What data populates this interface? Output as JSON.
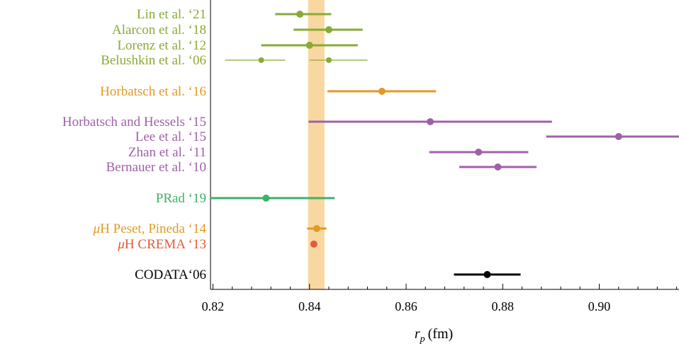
{
  "chart_data": {
    "type": "scatter",
    "subtype": "forest-plot",
    "xlabel_symbol": "r",
    "xlabel_subscript": "p",
    "xlabel_unit": "(fm)",
    "xlim": [
      0.8195,
      0.9165
    ],
    "x_ticks": [
      "0.82",
      "0.84",
      "0.86",
      "0.88",
      "0.90"
    ],
    "x_tick_values": [
      0.82,
      0.84,
      0.86,
      0.88,
      0.9
    ],
    "band": {
      "range": [
        0.8397,
        0.8431
      ],
      "color": "#f8d8a0"
    },
    "colors": {
      "green": "#8aaa35",
      "orange": "#e09a25",
      "purple": "#a060a8",
      "teal": "#3cb26a",
      "red": "#e45a3a",
      "black": "#000000"
    },
    "rows": [
      {
        "label": "Lin et al. ‘21",
        "color": "#8aaa35",
        "points": [
          {
            "x": 0.838,
            "lo": 0.8329,
            "hi": 0.8445
          }
        ]
      },
      {
        "label": "Alarcon et al. ‘18",
        "color": "#8aaa35",
        "points": [
          {
            "x": 0.844,
            "lo": 0.8367,
            "hi": 0.851
          }
        ]
      },
      {
        "label": "Lorenz et al. ‘12",
        "color": "#8aaa35",
        "points": [
          {
            "x": 0.84,
            "lo": 0.83,
            "hi": 0.85
          }
        ]
      },
      {
        "label": "Belushkin et al. ‘06",
        "color": "#8aaa35",
        "thin": true,
        "points": [
          {
            "x": 0.83,
            "lo": 0.8225,
            "hi": 0.835
          },
          {
            "x": 0.844,
            "lo": 0.84,
            "hi": 0.852
          }
        ]
      },
      {
        "label": "Horbatsch et al. ‘16",
        "color": "#e09a25",
        "points": [
          {
            "x": 0.855,
            "lo": 0.8437,
            "hi": 0.8662
          }
        ]
      },
      {
        "label": "Horbatsch and Hessels ‘15",
        "color": "#a060a8",
        "points": [
          {
            "x": 0.865,
            "lo": 0.8398,
            "hi": 0.8902
          }
        ]
      },
      {
        "label": "Lee et al. ‘15",
        "color": "#a060a8",
        "points": [
          {
            "x": 0.904,
            "lo": 0.889,
            "hi": 0.92
          }
        ]
      },
      {
        "label": "Zhan et al. ‘11",
        "color": "#a060a8",
        "points": [
          {
            "x": 0.875,
            "lo": 0.8648,
            "hi": 0.8853
          }
        ]
      },
      {
        "label": "Bernauer et al. ‘10",
        "color": "#a060a8",
        "points": [
          {
            "x": 0.879,
            "lo": 0.871,
            "hi": 0.887
          }
        ]
      },
      {
        "label": "PRad ‘19",
        "color": "#3cb26a",
        "points": [
          {
            "x": 0.831,
            "lo": 0.8195,
            "hi": 0.8452
          }
        ]
      },
      {
        "label_prefix": "μ",
        "label": "H Peset, Pineda ‘14",
        "color": "#e09a25",
        "points": [
          {
            "x": 0.8415,
            "lo": 0.8395,
            "hi": 0.8435
          }
        ]
      },
      {
        "label_prefix": "μ",
        "label": "H CREMA ‘13",
        "color": "#e45a3a",
        "points": [
          {
            "x": 0.8409,
            "lo": 0.8405,
            "hi": 0.8413
          }
        ]
      },
      {
        "label": "CODATA‘06",
        "color": "#000000",
        "points": [
          {
            "x": 0.8768,
            "lo": 0.8699,
            "hi": 0.8837
          }
        ]
      }
    ]
  }
}
